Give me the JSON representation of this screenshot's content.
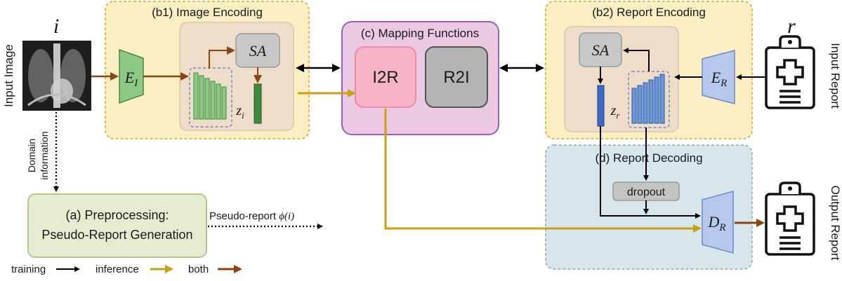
{
  "colors": {
    "arrow_training": "#000000",
    "arrow_inference": "#c8a012",
    "arrow_both": "#8b4513",
    "encoding_panel_fill": "#fdefc4",
    "encoding_panel_border": "#d9a520",
    "mapping_panel_fill": "#ecc9e2",
    "mapping_panel_border": "#9a5fc0",
    "decoding_panel_fill": "#d6e6ea",
    "decoding_panel_border": "#8ca4c8",
    "preprocessing_fill": "#e6ecd0",
    "preprocessing_border": "#b0c890",
    "encoder_image": "#8dc885",
    "encoder_report": "#b8c8ec"
  },
  "input": {
    "image_symbol": "i",
    "image_label": "Input Image",
    "domain_info_line1": "Domain",
    "domain_info_line2": "information",
    "report_symbol": "r",
    "report_label": "Input Report"
  },
  "output": {
    "report_label": "Output Report"
  },
  "panels": {
    "image_encoding": {
      "title": "(b1) Image Encoding",
      "encoder_symbol": "E",
      "encoder_sub": "I",
      "sa_symbol": "SA",
      "latent_symbol": "z",
      "latent_sub": "i"
    },
    "mapping": {
      "title": "(c) Mapping Functions",
      "i2r": "I2R",
      "r2i": "R2I"
    },
    "report_encoding": {
      "title": "(b2) Report Encoding",
      "encoder_symbol": "E",
      "encoder_sub": "R",
      "sa_symbol": "SA",
      "latent_symbol": "z",
      "latent_sub": "r"
    },
    "report_decoding": {
      "title": "(d) Report Decoding",
      "dropout": "dropout",
      "decoder_symbol": "D",
      "decoder_sub": "R"
    },
    "preprocessing": {
      "line1": "(a) Preprocessing:",
      "line2": "Pseudo-Report Generation",
      "pseudo_report_text": "Pseudo-report ",
      "pseudo_report_math": "ϕ(i)"
    }
  },
  "legend": [
    {
      "label": "training",
      "color_key": "arrow_training"
    },
    {
      "label": "inference",
      "color_key": "arrow_inference"
    },
    {
      "label": "both",
      "color_key": "arrow_both"
    }
  ]
}
